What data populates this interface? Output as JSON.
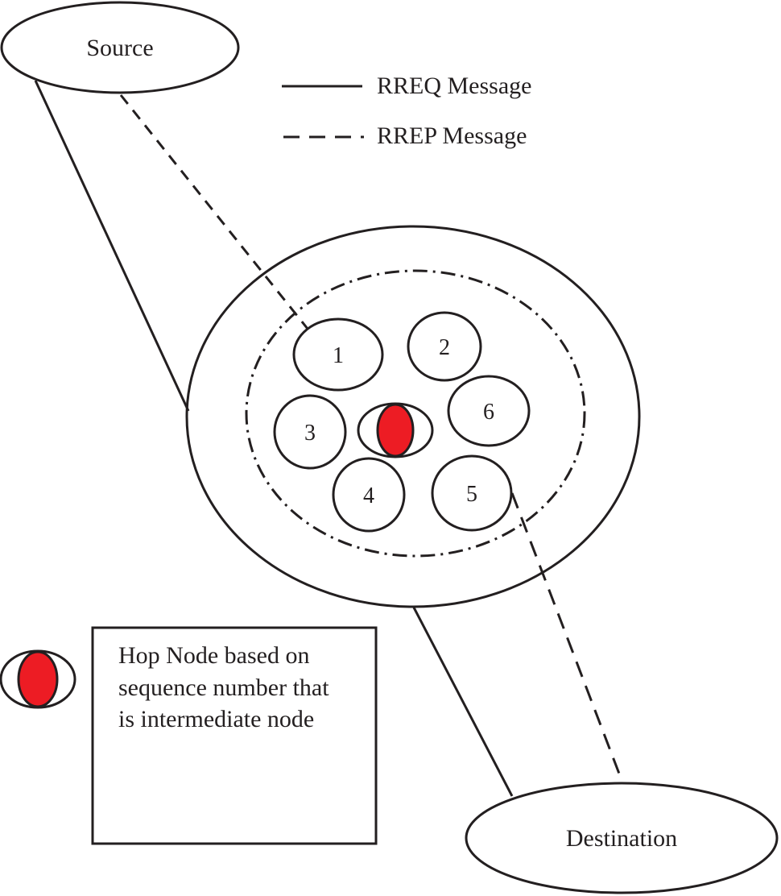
{
  "source_label": "Source",
  "destination_label": "Destination",
  "legend": {
    "rreq_label": "RREQ Message",
    "rrep_label": "RREP Message"
  },
  "nodes": [
    "1",
    "2",
    "3",
    "4",
    "5",
    "6"
  ],
  "hop_note": {
    "lines": [
      "Hop Node based on",
      "sequence number that",
      "is intermediate node"
    ]
  },
  "colors": {
    "line": "#231f20",
    "hop_node_fill": "#ed1c24"
  }
}
